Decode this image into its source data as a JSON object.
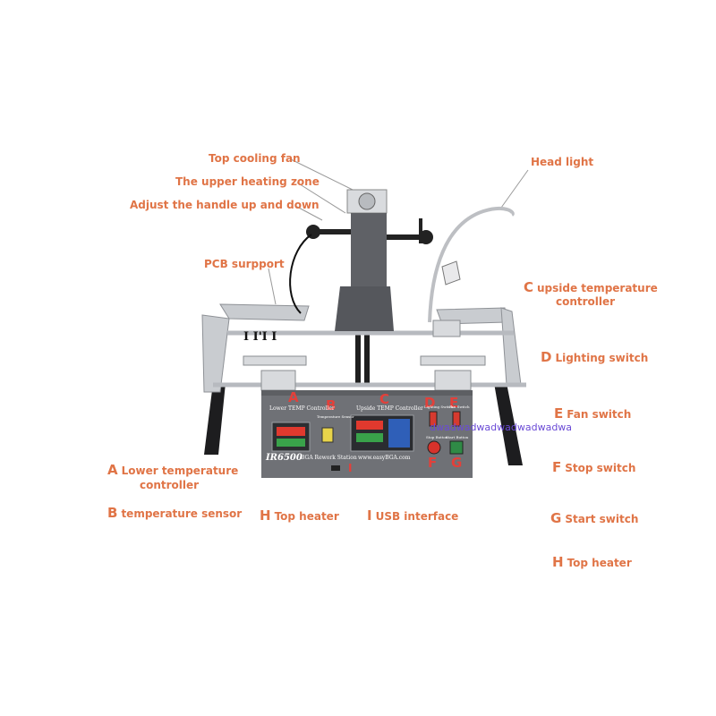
{
  "labels": {
    "top_cooling_fan": "Top cooling fan",
    "upper_heating_zone": "The upper heating zone",
    "adjust_handle": "Adjust the handle up and down",
    "pcb_support": "PCB surpport",
    "head_light": "Head light",
    "c_key": "C",
    "c_text_1": "upside temperature",
    "c_text_2": "controller",
    "d_key": "D",
    "d_text": "Lighting switch",
    "e_key": "E",
    "e_text": "Fan switch",
    "f_key": "F",
    "f_text": "Stop switch",
    "g_key": "G",
    "g_text": "Start switch",
    "h2_key": "H",
    "h2_text": "Top heater",
    "a_key": "A",
    "a_text_1": "Lower temperature",
    "a_text_2": "controller",
    "b_key": "B",
    "b_text": "temperature sensor",
    "h_key": "H",
    "h_text": "Top heater",
    "i_key": "I",
    "i_text": "USB interface"
  },
  "panel": {
    "lower_ctrl": "Lower TEMP Controller",
    "upside_ctrl": "Upside TEMP Controller",
    "temp_sensor": "Temperature Sensor",
    "lighting": "Lighting Switch",
    "fan": "Fan Switch",
    "stop": "Stop Button",
    "start": "Start Button",
    "model": "IR6500",
    "subtitle": "BGA Rework Station",
    "website": "www.easyBGA.com",
    "key_a": "A",
    "key_b": "B",
    "key_c": "C",
    "key_d": "D",
    "key_e": "E",
    "key_f": "F",
    "key_g": "G",
    "key_i": "I"
  },
  "overlay": {
    "watermark": "dwadwadwadwadwadwadwa",
    "ruler_text": "I I'I I"
  },
  "colors": {
    "label": "#e07446",
    "panel_key": "#e3403a",
    "machine_body": "#6f7176",
    "frame_silver": "#c9ccd0"
  }
}
